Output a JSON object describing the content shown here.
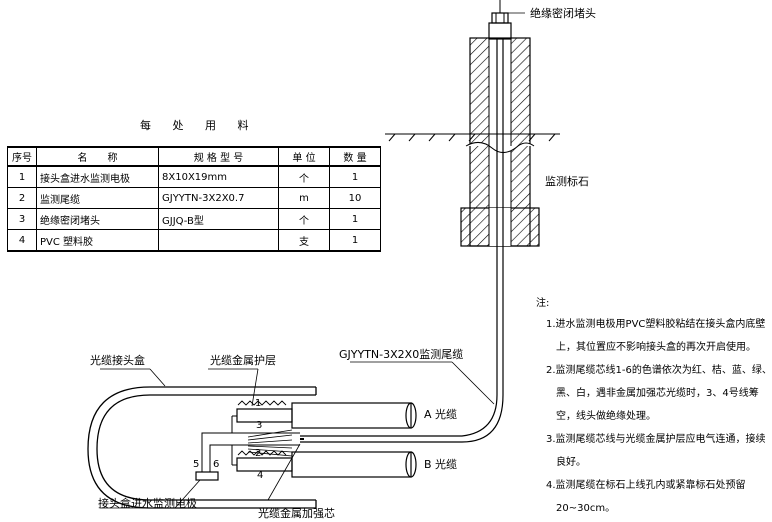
{
  "table": {
    "title": "每 处 用 料",
    "headers": [
      "序号",
      "名　　称",
      "规 格 型 号",
      "单 位",
      "数 量"
    ],
    "rows": [
      {
        "no": "1",
        "name": "接头盒进水监测电极",
        "spec": "8X10X19mm",
        "unit": "个",
        "qty": "1"
      },
      {
        "no": "2",
        "name": "监测尾缆",
        "spec": "GJYYTN-3X2X0.7",
        "unit": "m",
        "qty": "10"
      },
      {
        "no": "3",
        "name": "绝缘密闭堵头",
        "spec": "GJJQ-B型",
        "unit": "个",
        "qty": "1"
      },
      {
        "no": "4",
        "name": "PVC 塑料胶",
        "spec": "",
        "unit": "支",
        "qty": "1"
      }
    ]
  },
  "labels": {
    "plug": "绝缘密闭堵头",
    "marker_stone": "监测标石",
    "tail_cable": "GJYYTN-3X2X0监测尾缆",
    "splice_box": "光缆接头盒",
    "metal_sheath": "光缆金属护层",
    "cable_a": "A 光缆",
    "cable_b": "B 光缆",
    "electrode": "接头盒进水监测电极",
    "strength_member": "光缆金属加强芯",
    "wire_numbers": [
      "1",
      "2",
      "3",
      "4",
      "5",
      "6"
    ]
  },
  "notes": {
    "title": "注:",
    "lines": [
      "1.进水监测电极用PVC塑料胶粘结在接头盒内底壁",
      "上，其位置应不影响接头盒的再次开启使用。",
      "2.监测尾缆芯线1-6的色谱依次为红、桔、蓝、绿、",
      "黑、白，遇非金属加强芯光缆时，3、4号线筹",
      "空，线头做绝缘处理。",
      "3.监测尾缆芯线与光缆金属护层应电气连通，接续",
      "良好。",
      "4.监测尾缆在标石上线孔内或紧靠标石处预留",
      "20~30cm。"
    ]
  }
}
